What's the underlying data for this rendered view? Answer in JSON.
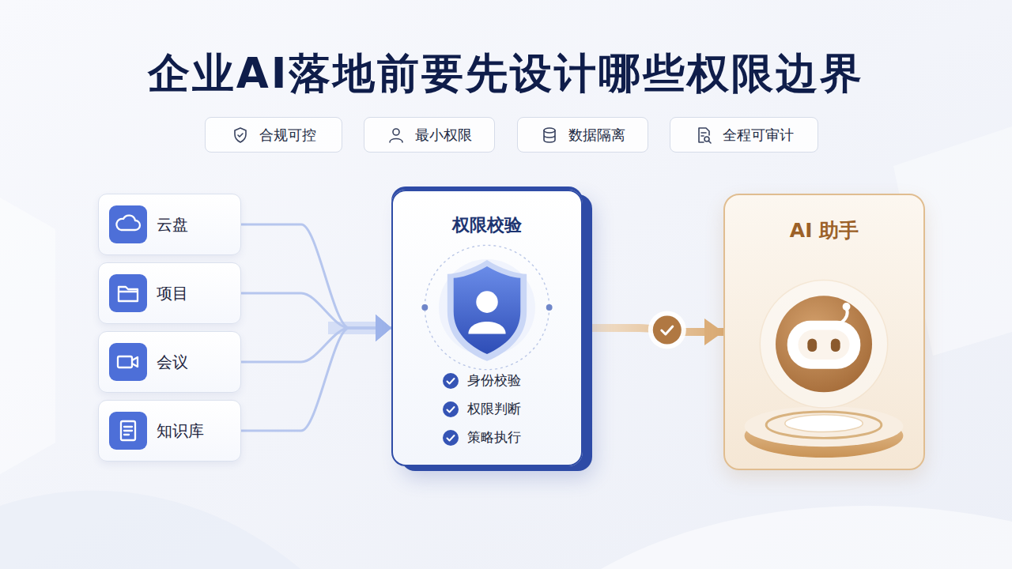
{
  "diagram": {
    "title": "企业AI落地前要先设计哪些权限边界",
    "nodes": [
      {
        "text": [
          "合规可控"
        ]
      },
      {
        "text": [
          "最小权限"
        ]
      },
      {
        "text": [
          "数据隔离"
        ]
      },
      {
        "text": [
          "全程可审计"
        ]
      },
      {
        "text": [
          "云盘"
        ]
      },
      {
        "text": [
          "项目"
        ]
      },
      {
        "text": [
          "会议"
        ]
      },
      {
        "text": [
          "知识库"
        ]
      },
      {
        "text": [
          "权限校验",
          "身份校验",
          "权限判断",
          "策略执行"
        ]
      },
      {
        "text": [
          "AI 助手"
        ]
      }
    ],
    "edges": [
      {
        "from": 4,
        "to": 8,
        "arrow": "to"
      },
      {
        "from": 5,
        "to": 8,
        "arrow": "to"
      },
      {
        "from": 6,
        "to": 8,
        "arrow": "to"
      },
      {
        "from": 7,
        "to": 8,
        "arrow": "to"
      },
      {
        "from": 8,
        "to": 9,
        "arrow": "to"
      }
    ]
  }
}
